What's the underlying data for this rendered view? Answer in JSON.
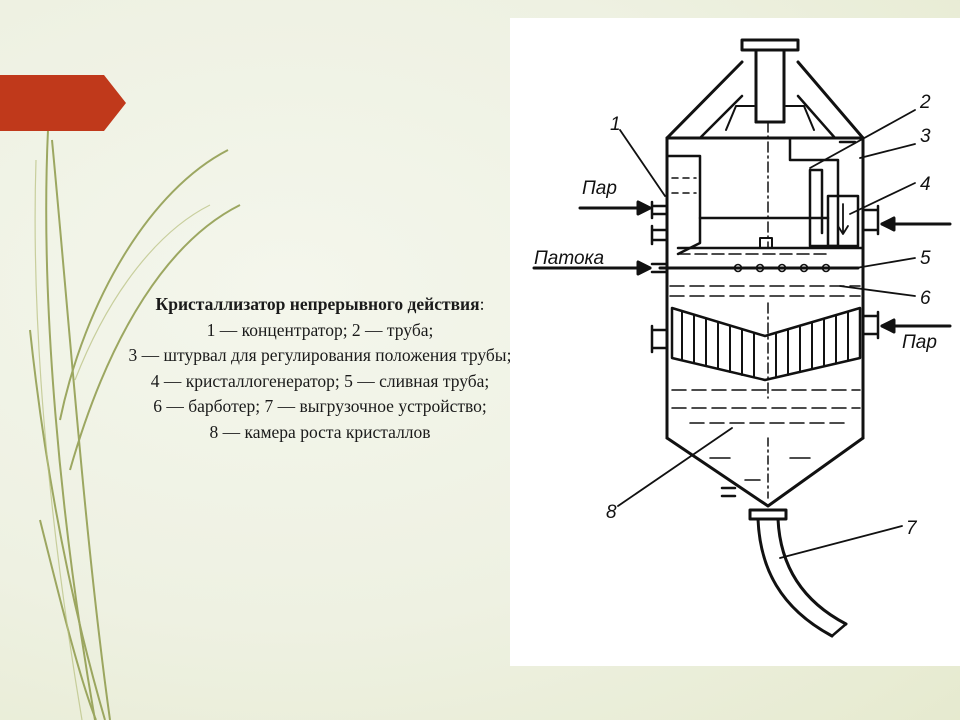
{
  "slide": {
    "caption": {
      "title": "Кристаллизатор непрерывного действия",
      "title_suffix": ":",
      "lines": [
        "1 — концентратор; 2 — труба;",
        "3 — штурвал для регулирования положения трубы;",
        "4 — кристаллогенератор; 5 — сливная труба;",
        "6 — барботер; 7 — выгрузочное устройство;",
        "8 — камера роста кристаллов"
      ]
    },
    "colors": {
      "accent_tab": "#c0391b",
      "background": "#eef1e2",
      "deco_lines": "#8e9a4a"
    }
  },
  "diagram": {
    "labels": {
      "steam_left": "Пар",
      "molasses": "Патока",
      "steam_right": "Пар",
      "n1": "1",
      "n2": "2",
      "n3": "3",
      "n4": "4",
      "n5": "5",
      "n6": "6",
      "n7": "7",
      "n8": "8"
    }
  }
}
